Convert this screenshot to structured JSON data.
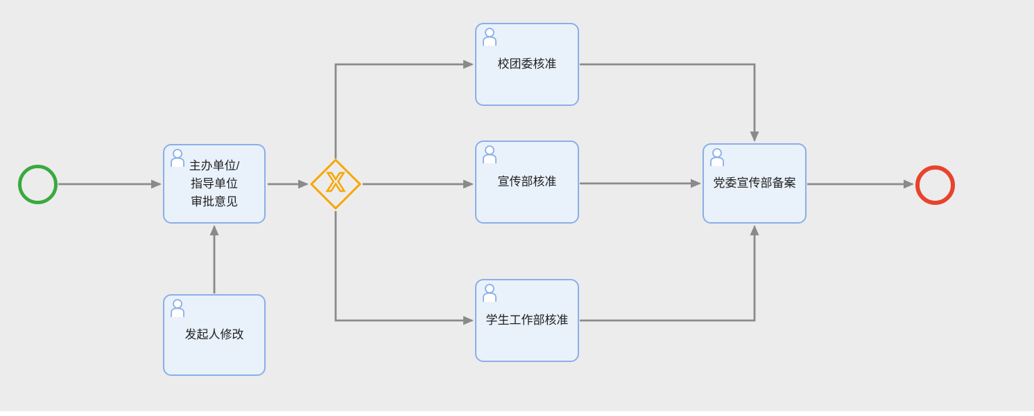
{
  "canvas": {
    "background": "#ececec",
    "bottom_strip": "#ffffff"
  },
  "colors": {
    "task_fill": "#e9f1fb",
    "task_border": "#8aaee9",
    "edge_gray": "#8a8a8a",
    "start_event_green": "#3aa93f",
    "end_event_red": "#e8432d",
    "gateway_orange": "#f7a600",
    "label_text": "#1f1f1f"
  },
  "nodes": {
    "approval": {
      "lines": [
        "主办单位/",
        "指导单位",
        "审批意见"
      ]
    },
    "initiator": {
      "label": "发起人修改"
    },
    "gateway": {
      "symbol": "X"
    },
    "youth_league": {
      "label": "校团委核准"
    },
    "publicity": {
      "label": "宣传部核准"
    },
    "student_affairs": {
      "label": "学生工作部核准"
    },
    "party_record": {
      "label": "党委宣传部备案"
    }
  }
}
